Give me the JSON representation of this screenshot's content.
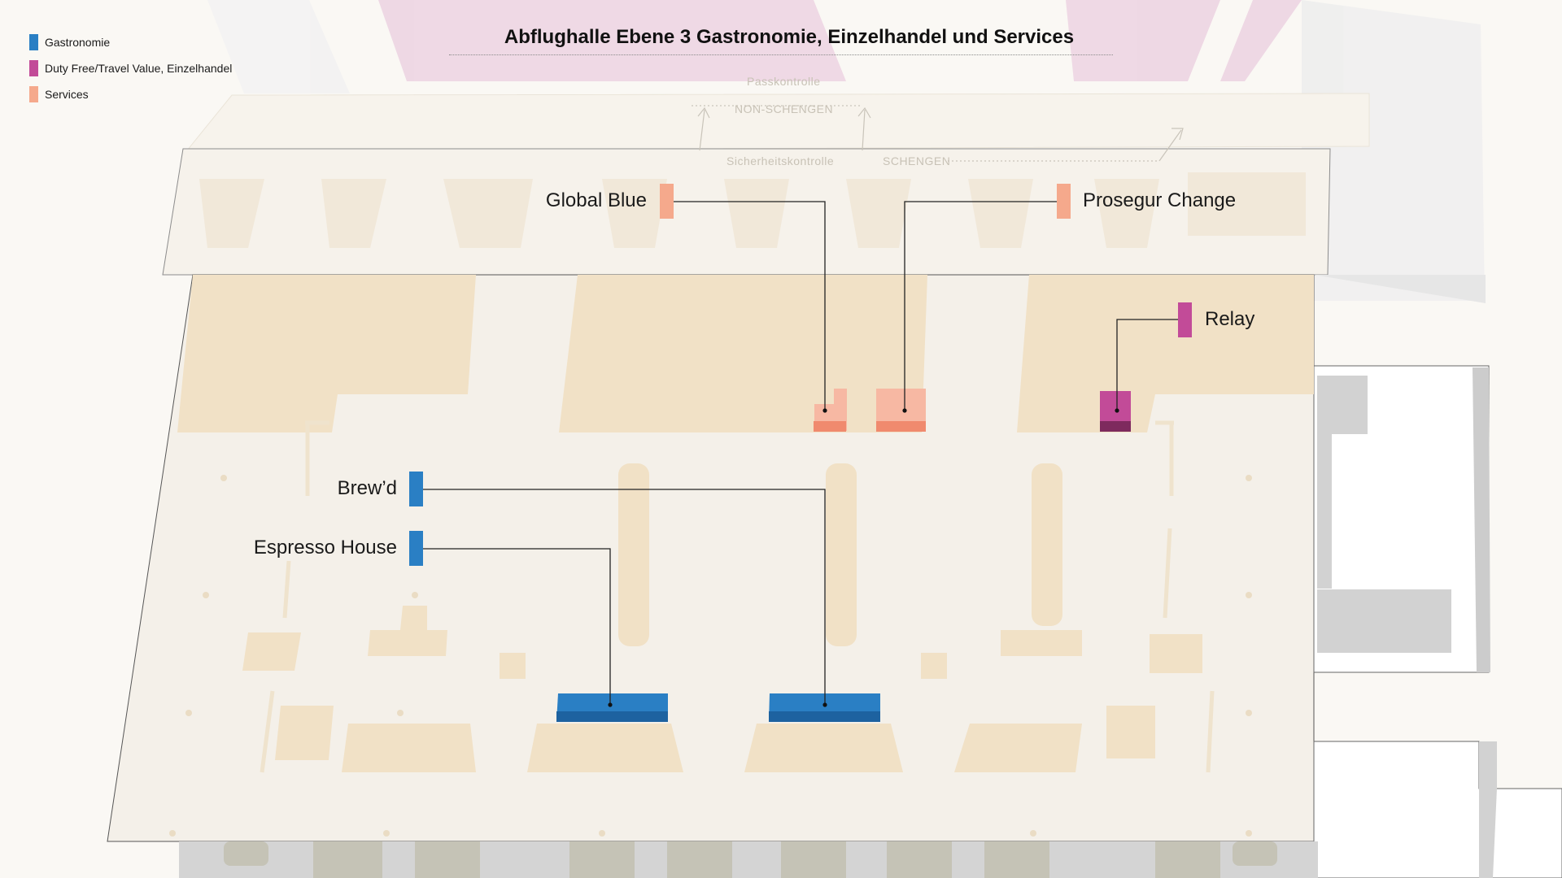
{
  "title": "Abflughalle Ebene 3 Gastronomie, Einzelhandel und Services",
  "legend": [
    {
      "label": "Gastronomie",
      "color": "#2a7fc4"
    },
    {
      "label": "Duty Free/Travel Value, Einzelhandel",
      "color": "#c24b98"
    },
    {
      "label": "Services",
      "color": "#f5a98c"
    }
  ],
  "zones": {
    "passkontrolle": "Passkontrolle",
    "non_schengen": "NON-SCHENGEN",
    "sicherheitskontrolle": "Sicherheitskontrolle",
    "schengen": "SCHENGEN"
  },
  "pois": {
    "global_blue": {
      "label": "Global Blue",
      "category": "Services"
    },
    "prosegur": {
      "label": "Prosegur Change",
      "category": "Services"
    },
    "relay": {
      "label": "Relay",
      "category": "Duty Free/Travel Value, Einzelhandel"
    },
    "brewd": {
      "label": "Brew’d",
      "category": "Gastronomie"
    },
    "espresso": {
      "label": "Espresso House",
      "category": "Gastronomie"
    }
  },
  "colors": {
    "floor": "#f4f0e9",
    "shops": "#f1e1c6",
    "roof_pink": "#ecd3e2",
    "grey": "#d2d2d2",
    "gastronomie": "#2a7fc4",
    "retail": "#c24b98",
    "services": "#f5a98c"
  }
}
